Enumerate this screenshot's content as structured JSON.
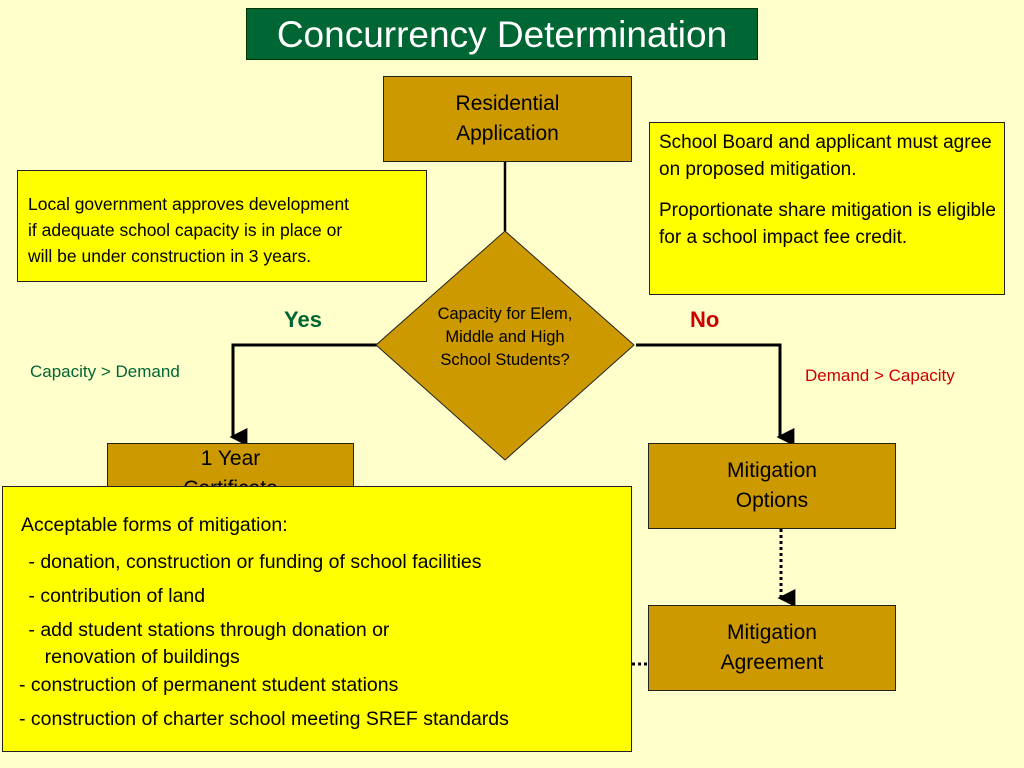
{
  "title": "Concurrency Determination",
  "colors": {
    "background": "#ffffcc",
    "title_bg": "#006633",
    "process_box": "#cc9900",
    "note_box": "#ffff00",
    "yes": "#006633",
    "no": "#cc0000"
  },
  "nodes": {
    "residential_application": [
      "Residential",
      "Application"
    ],
    "decision": [
      "Capacity for Elem,",
      "Middle and High",
      "School Students?"
    ],
    "certificate": [
      "1 Year",
      "Certificate"
    ],
    "mitigation_options": [
      "Mitigation",
      "Options"
    ],
    "mitigation_agreement": [
      "Mitigation",
      "Agreement"
    ]
  },
  "branches": {
    "yes_label": "Yes",
    "no_label": "No",
    "yes_condition": "Capacity > Demand",
    "no_condition": "Demand > Capacity"
  },
  "notes": {
    "approval": [
      "Local government approves development",
      "if adequate school capacity is in place or",
      "will be under construction in 3 years."
    ],
    "agreement_p1": "School Board and applicant must agree on proposed mitigation.",
    "agreement_p2": "Proportionate share mitigation is eligible for a school impact fee credit.",
    "mitigation_forms": {
      "heading": "Acceptable forms of mitigation:",
      "items": [
        " - donation, construction or funding of school facilities",
        " - contribution of land",
        " - add student stations through donation or",
        "    renovation of buildings",
        "- construction of permanent student stations",
        "- construction of charter school meeting SREF standards"
      ]
    }
  }
}
